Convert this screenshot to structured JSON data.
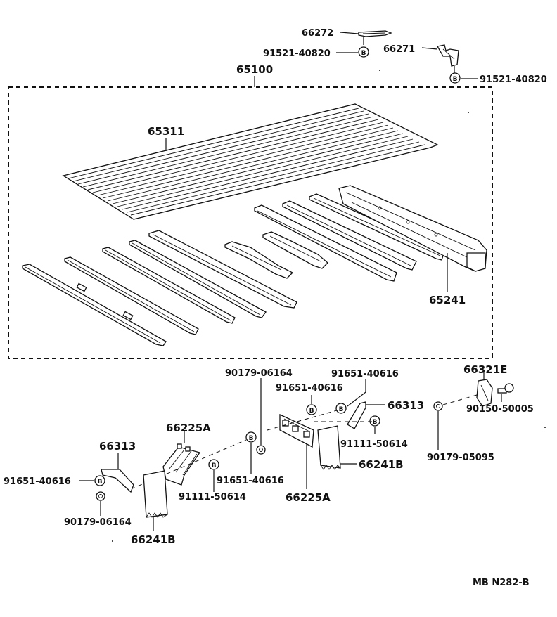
{
  "labels": {
    "p66272": "66272",
    "p91521_top": "91521-40820",
    "p66271": "66271",
    "p91521_right": "91521-40820",
    "p65100": "65100",
    "p65311": "65311",
    "p65241": "65241",
    "p90179_mid": "90179-06164",
    "p91651_a": "91651-40616",
    "p91651_b": "91651-40616",
    "p66321E": "66321E",
    "p90150": "90150-50005",
    "p66313_r": "66313",
    "p91111_r": "91111-50614",
    "p66241B_r": "66241B",
    "p90179_r": "90179-05095",
    "p66225A_l": "66225A",
    "p66313_l": "66313",
    "p91651_l": "91651-40616",
    "p91651_c": "91651-40616",
    "p91111_l": "91111-50614",
    "p90179_l": "90179-06164",
    "p66241B_l": "66241B",
    "p66225A_c": "66225A",
    "ref": "MB N282-B"
  },
  "bolt_marks": {
    "letter": "B"
  }
}
